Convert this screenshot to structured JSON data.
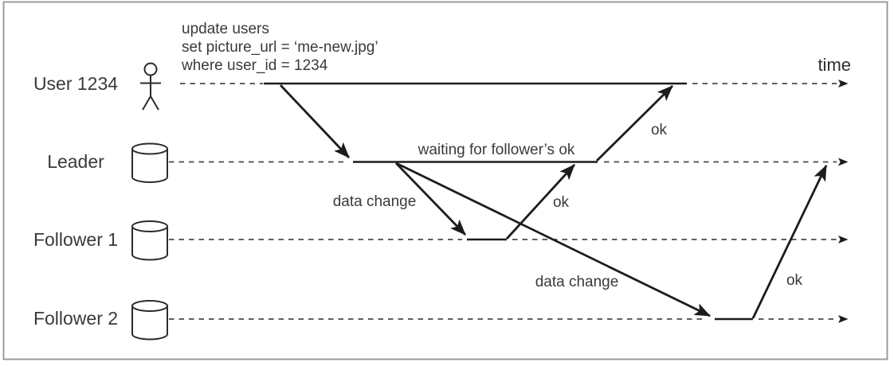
{
  "diagram": {
    "time_axis_label": "time",
    "query": {
      "lines": [
        "update users",
        "set picture_url = ‘me-new.jpg’",
        "where user_id = 1234"
      ]
    },
    "lanes": [
      {
        "label": "User 1234",
        "icon": "person-icon"
      },
      {
        "label": "Leader",
        "icon": "database-icon"
      },
      {
        "label": "Follower 1",
        "icon": "database-icon"
      },
      {
        "label": "Follower 2",
        "icon": "database-icon"
      }
    ],
    "annotations": {
      "leader_wait": "waiting for follower’s ok"
    },
    "messages": [
      {
        "label": "",
        "from": "User 1234",
        "to": "Leader"
      },
      {
        "label": "data change",
        "from": "Leader",
        "to": "Follower 1"
      },
      {
        "label": "ok",
        "from": "Follower 1",
        "to": "Leader"
      },
      {
        "label": "ok",
        "from": "Leader",
        "to": "User 1234"
      },
      {
        "label": "data change",
        "from": "Leader",
        "to": "Follower 2"
      },
      {
        "label": "ok",
        "from": "Follower 2",
        "to": "Leader"
      }
    ],
    "colors": {
      "line": "#1c1c1c",
      "dashed": "#4a4a4a",
      "text": "#3a3a3a",
      "border": "#9b9b9b",
      "background": "#ffffff"
    }
  }
}
